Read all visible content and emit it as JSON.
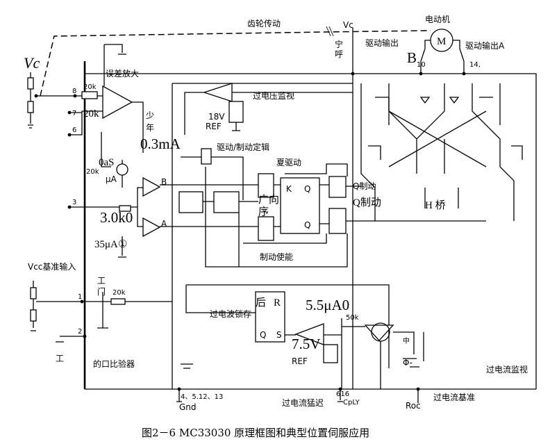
{
  "caption": "图2－6   MC33030 原理框图和典型位置伺服应用",
  "labels": {
    "vc_left": "Vc",
    "vc_top": "Vc",
    "gear": "齿轮传动",
    "motor": "电动机",
    "motor_m": "M",
    "drive_out_left": "驱动输出",
    "drive_out_right": "驱动输出A",
    "side_mark": "宁\n呼",
    "node_b": "B",
    "pin_10": "10",
    "pin_14": "14,",
    "pin_8": "8",
    "pin_7": "7",
    "pin_6": "6",
    "pin_3": "3",
    "pin_1": "1",
    "pin_2": "2",
    "res_20k_top": "20k",
    "res_20k_big": "20k",
    "res_20k_mid": "20k",
    "res_20k_low": "20k",
    "err_amp": "误差放大",
    "few": "少",
    "nian": "年",
    "cur_03": "0.3mA",
    "ovp_monitor": "过电压监视",
    "ref_18": "18V",
    "ref_18_b": "REF",
    "drive_logic": "驱动/制动定辑",
    "xia_drive": "夏驱动",
    "brake_q_a": "Q制动",
    "brake_q_b": "Q制动",
    "h_bridge": "H 桥",
    "dir_seq": "广向\n序",
    "flip_k": "K",
    "flip_q_top": "Q",
    "flip_q_bot": "Q",
    "cur_03s": "0aS",
    "ua_label": "μA",
    "comp_b": "B",
    "comp_a": "A",
    "res_30k": "3.0k0",
    "cur_35": "35μA①",
    "brake_enable": "制动使能",
    "vcc_ref_in": "Vcc基准输入",
    "gong_mark": "工",
    "men_mark": "门",
    "hou": "后",
    "r_mark": "R",
    "oc_latch": "过电波锁存",
    "latch_q": "Q",
    "latch_s": "S",
    "cur_55": "5.5μA0",
    "res_50k": "50k",
    "ref_75": "7.5V",
    "ref_75_b": "REF",
    "gnd_sym": "工",
    "window_comp": "的口比验器",
    "oc_monitor": "过电流监视",
    "pins_gnd": "4、5.12、13",
    "gnd": "Gnd",
    "pin_616": "616",
    "cdly": "CpLY",
    "oc_delay": "过电流猛迟",
    "roc": "Roc",
    "oc_ref": "过电流基准",
    "phi_mark": "Φ-",
    "zhong": "中"
  }
}
